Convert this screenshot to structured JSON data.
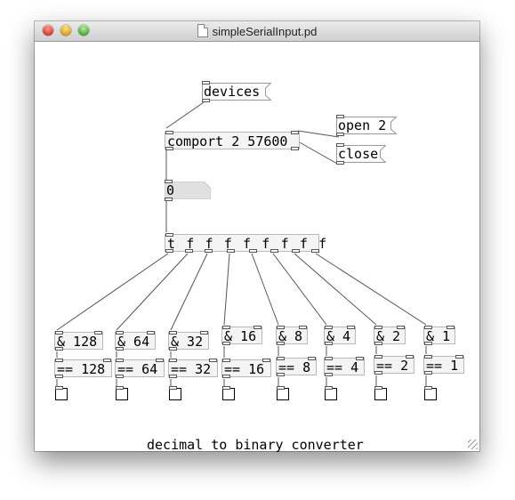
{
  "window": {
    "title": "simpleSerialInput.pd"
  },
  "patch": {
    "messages": {
      "devices": "devices",
      "open": "open 2",
      "close": "close"
    },
    "objects": {
      "comport": "comport 2 57600",
      "trigger": "t f f f f f f f f"
    },
    "number_box": {
      "value": "0"
    },
    "and_ops": [
      "& 128",
      "& 64",
      "& 32",
      "& 16",
      "& 8",
      "& 4",
      "& 2",
      "& 1"
    ],
    "eq_ops": [
      "== 128",
      "== 64",
      "== 32",
      "== 16",
      "== 8",
      "== 4",
      "== 2",
      "== 1"
    ],
    "comment": "decimal to binary converter"
  },
  "colors": {
    "wire": "#555555",
    "object_bg": "#f4f4f4",
    "number_bg": "#e0e0e0"
  }
}
